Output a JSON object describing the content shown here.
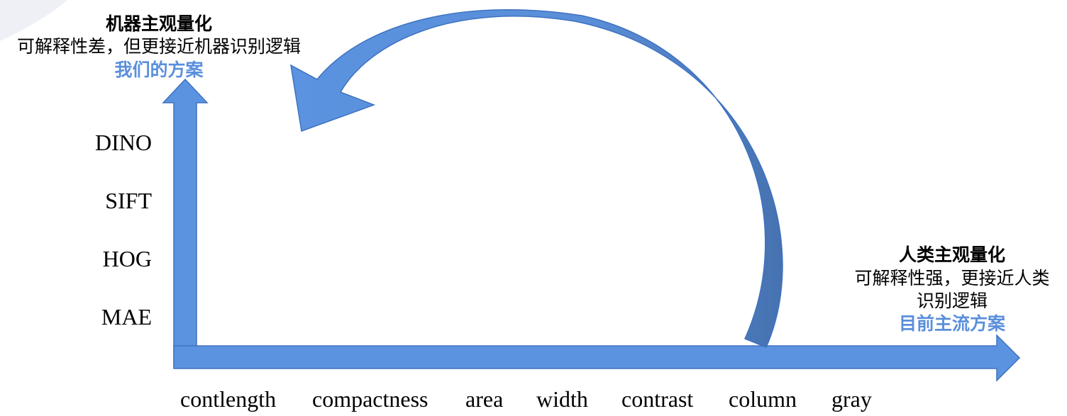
{
  "machine_side": {
    "title": "机器主观量化",
    "description": "可解释性差，但更接近机器识别逻辑",
    "tag": "我们的方案"
  },
  "human_side": {
    "title": "人类主观量化",
    "description_line1": "可解释性强，更接近人类",
    "description_line2": "识别逻辑",
    "tag": "目前主流方案"
  },
  "y_axis_items": [
    "DINO",
    "SIFT",
    "HOG",
    "MAE"
  ],
  "x_axis_items": [
    "contlength",
    "compactness",
    "area",
    "width",
    "contrast",
    "column",
    "gray"
  ],
  "colors": {
    "arrow_fill": "#5b93e0",
    "arrow_stroke": "#3f72c0",
    "curve_dark": "#4a78b8",
    "accent_text": "#5a8fdc"
  }
}
